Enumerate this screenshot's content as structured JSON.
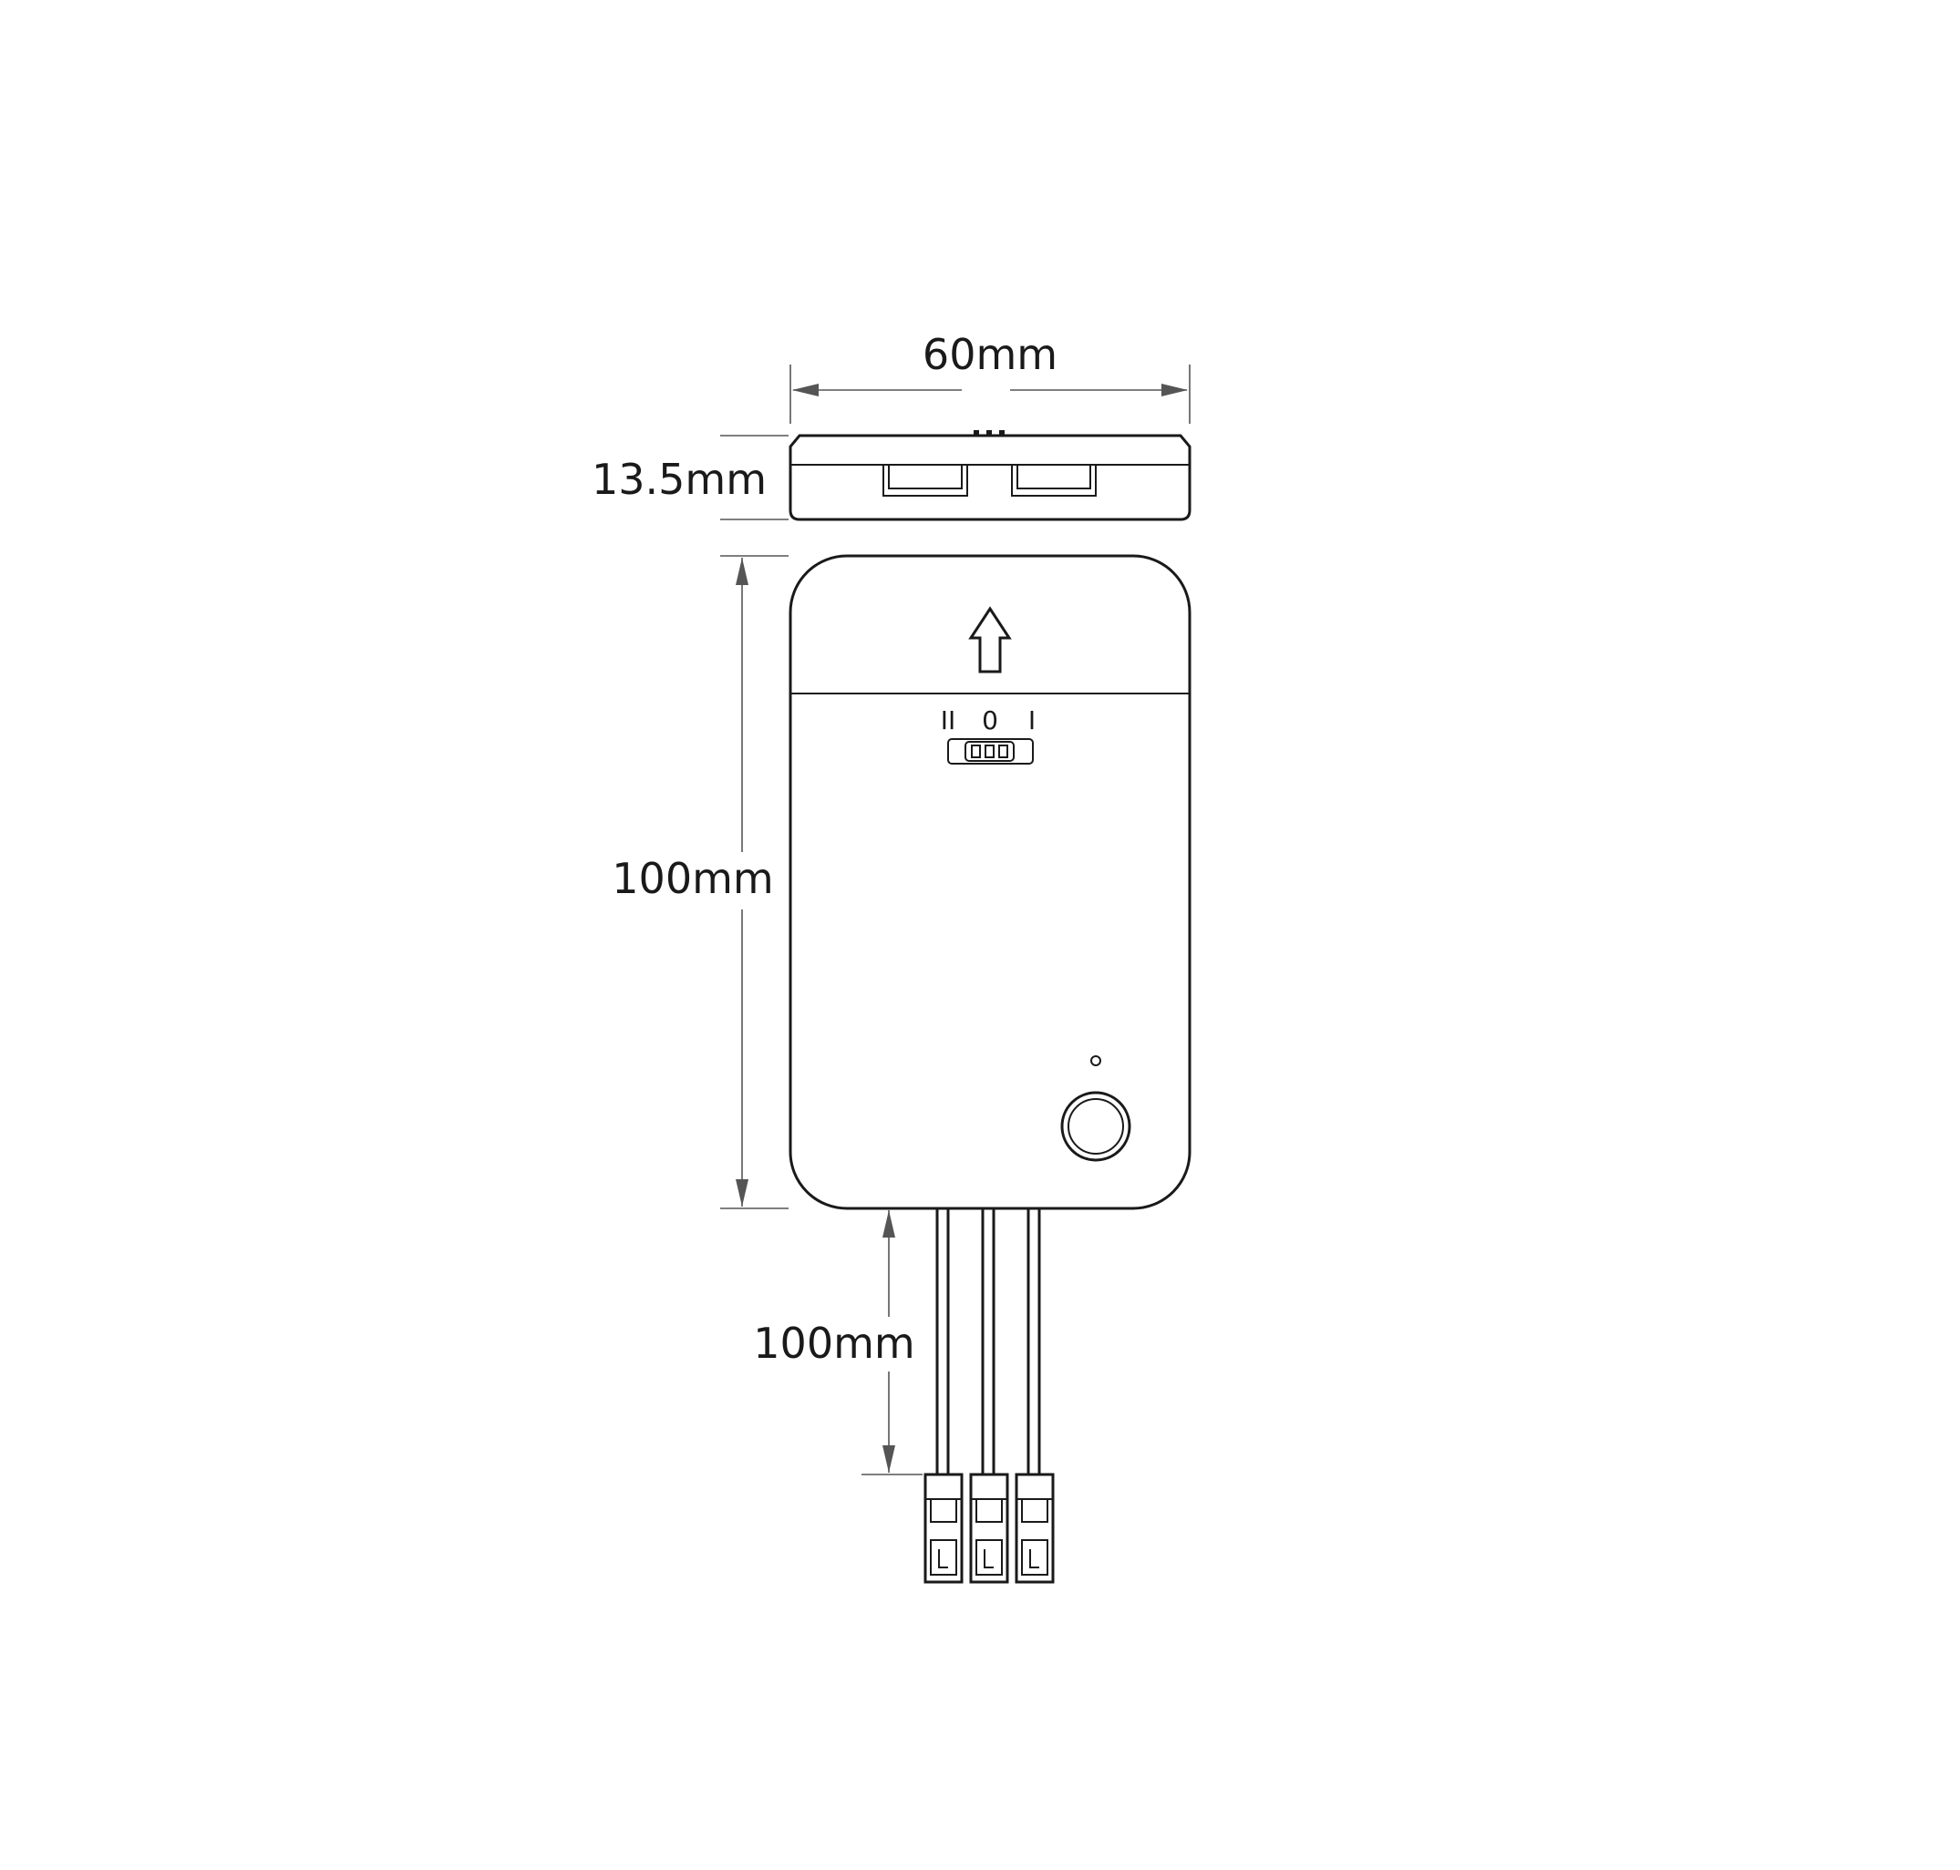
{
  "dimensions": {
    "width": "60mm",
    "height": "13.5mm",
    "length": "100mm",
    "cable_length": "100mm"
  },
  "switch_labels": [
    "II",
    "0",
    "I"
  ]
}
